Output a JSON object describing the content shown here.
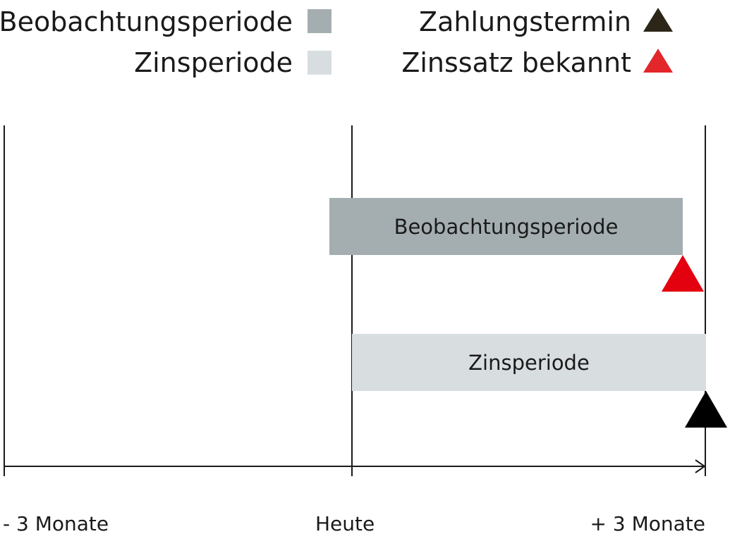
{
  "legend": {
    "observation_label": "Beobachtungsperiode",
    "interest_label": "Zinsperiode",
    "payment_label": "Zahlungstermin",
    "rate_known_label": "Zinssatz bekannt"
  },
  "colors": {
    "observation": "#a4aeb1",
    "interest": "#d8dde0",
    "payment": "#2b2618",
    "rate_known": "#e3262a",
    "payment_marker": "#000000",
    "rate_known_marker": "#e3000f",
    "axis": "#1a1a1a"
  },
  "bars": {
    "observation_label": "Beobachtungsperiode",
    "interest_label": "Zinsperiode"
  },
  "axis": {
    "start_label": "- 3 Monate",
    "mid_label": "Heute",
    "end_label": "+ 3 Monate"
  }
}
